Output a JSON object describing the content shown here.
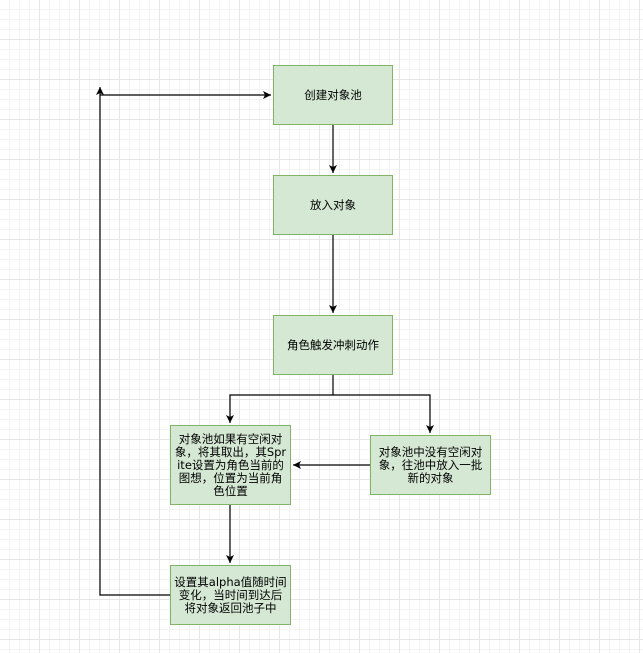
{
  "nodes": {
    "create_pool": "创建对象池",
    "put_objects": "放入对象",
    "trigger_dash": "角色触发冲刺动作",
    "take_idle": "对象池如果有空闲对象，将其取出，其Sprite设置为角色当前的图想，位置为当前角色位置",
    "add_batch": "对象池中没有空闲对象，往池中放入一批新的对象",
    "alpha_fade": "设置其alpha值随时间变化，当时间到达后将对象返回池子中"
  },
  "colors": {
    "node_fill": "#d5e8d4",
    "node_border": "#82b366",
    "edge": "#000000",
    "grid": "#e6e6e6"
  }
}
